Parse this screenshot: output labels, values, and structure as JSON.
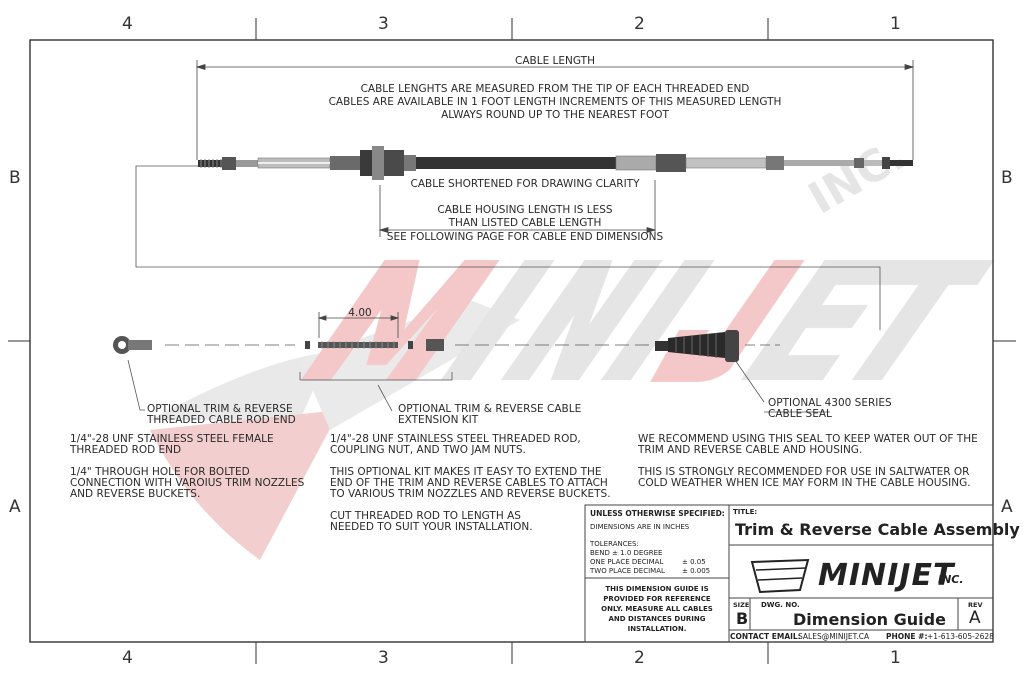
{
  "zones": {
    "top": [
      "4",
      "3",
      "2",
      "1"
    ],
    "bottom": [
      "4",
      "3",
      "2",
      "1"
    ],
    "left": [
      "B",
      "A"
    ],
    "right": [
      "B",
      "A"
    ]
  },
  "watermark": "MINIJET INC.",
  "cable": {
    "length_label": "CABLE LENGTH",
    "measure_note": [
      "CABLE LENGHTS ARE MEASURED FROM THE TIP OF EACH THREADED END",
      "CABLES ARE AVAILABLE IN 1 FOOT LENGTH INCREMENTS OF THIS MEASURED LENGTH",
      "ALWAYS ROUND UP TO THE NEAREST FOOT"
    ],
    "shortened_note": "CABLE SHORTENED FOR DRAWING CLARITY",
    "housing_note": [
      "CABLE HOUSING LENGTH IS LESS",
      "THAN LISTED CABLE LENGTH"
    ],
    "following_note": "SEE FOLLOWING PAGE FOR CABLE END DIMENSIONS"
  },
  "extension_dim": "4.00",
  "callouts": {
    "rod_end": [
      "OPTIONAL TRIM & REVERSE",
      "THREADED CABLE ROD END"
    ],
    "extension_kit": [
      "OPTIONAL TRIM & REVERSE CABLE",
      "EXTENSION KIT"
    ],
    "seal": [
      "OPTIONAL 4300 SERIES",
      "CABLE SEAL"
    ]
  },
  "descriptions": {
    "rod_end": [
      "1/4\"-28 UNF STAINLESS STEEL FEMALE",
      "THREADED ROD END",
      "",
      "1/4\" THROUGH HOLE FOR BOLTED",
      "CONNECTION WITH VAROIUS TRIM NOZZLES",
      "AND REVERSE BUCKETS."
    ],
    "extension_kit": [
      "1/4\"-28 UNF STAINLESS STEEL THREADED ROD,",
      "COUPLING NUT, AND TWO JAM NUTS.",
      "",
      "THIS OPTIONAL KIT MAKES IT EASY TO EXTEND THE",
      "END OF THE TRIM AND REVERSE CABLES TO ATTACH",
      "TO VARIOUS TRIM NOZZLES AND REVERSE BUCKETS.",
      "",
      "CUT THREADED ROD TO LENGTH AS",
      "NEEDED TO SUIT YOUR INSTALLATION."
    ],
    "seal": [
      "WE RECOMMEND USING THIS SEAL TO KEEP WATER OUT OF THE",
      "TRIM AND REVERSE CABLE AND HOUSING.",
      "",
      "THIS IS STRONGLY RECOMMENDED FOR USE IN SALTWATER OR",
      "COLD WEATHER WHEN ICE MAY FORM IN THE CABLE HOUSING."
    ]
  },
  "title_block": {
    "unless_label": "UNLESS OTHERWISE SPECIFIED:",
    "dimensions_note": "DIMENSIONS ARE IN INCHES",
    "tolerances_label": "TOLERANCES:",
    "bend": "BEND ± 1.0 DEGREE",
    "one_place_label": "ONE PLACE DECIMAL",
    "one_place_value": "± 0.05",
    "two_place_label": "TWO PLACE DECIMAL",
    "two_place_value": "± 0.005",
    "disclaimer": [
      "THIS DIMENSION GUIDE IS",
      "PROVIDED FOR REFERENCE",
      "ONLY. MEASURE ALL CABLES",
      "AND DISTANCES DURING",
      "INSTALLATION."
    ],
    "title_label": "TITLE:",
    "title": "Trim & Reverse Cable Assembly",
    "logo_text": "MINIJET",
    "logo_suffix": "INC.",
    "size_label": "SIZE",
    "size": "B",
    "dwg_label": "DWG.  NO.",
    "dwg": "Dimension Guide",
    "rev_label": "REV",
    "rev": "A",
    "contact_label": "CONTACT EMAIL:",
    "contact_email": "SALES@MINIJET.CA",
    "phone_label": "PHONE #:",
    "phone": "+1-613-605-2628"
  }
}
